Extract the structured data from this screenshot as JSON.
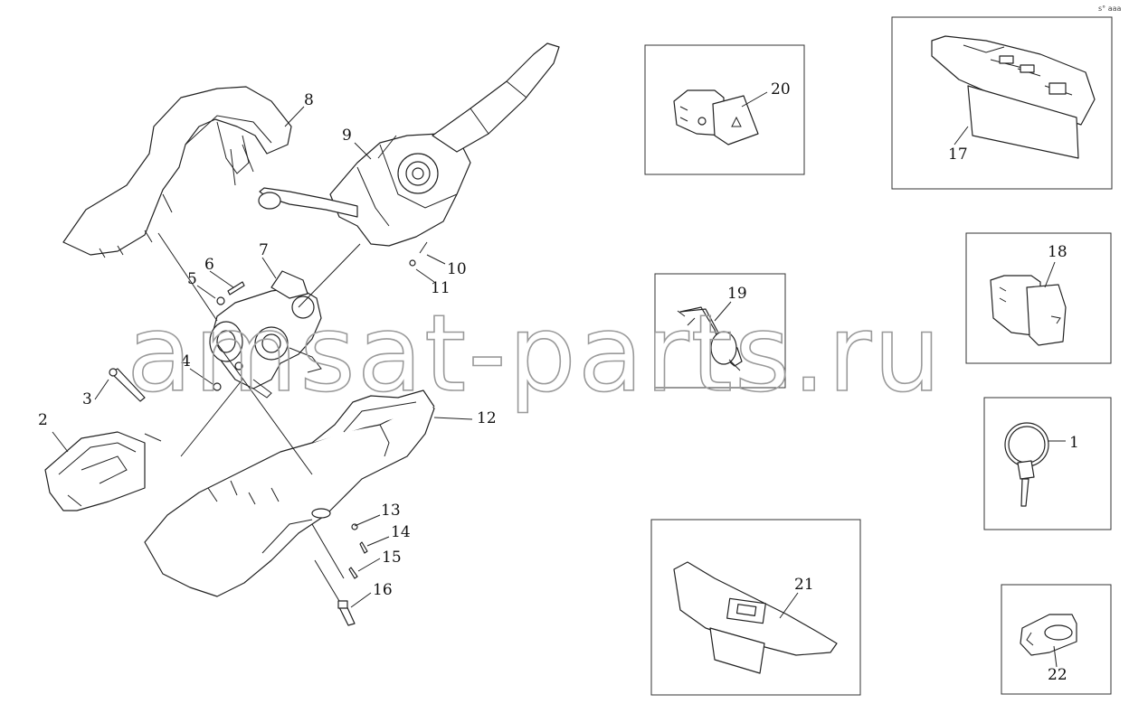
{
  "corner_mark": "s° aaa",
  "watermark": "amsat-parts.ru",
  "callouts": {
    "c1": "1",
    "c2": "2",
    "c3": "3",
    "c4": "4",
    "c5": "5",
    "c6": "6",
    "c7": "7",
    "c8": "8",
    "c9": "9",
    "c10": "10",
    "c11": "11",
    "c12": "12",
    "c13": "13",
    "c14": "14",
    "c15": "15",
    "c16": "16",
    "c17": "17",
    "c18": "18",
    "c19": "19",
    "c20": "20",
    "c21": "21",
    "c22": "22"
  }
}
